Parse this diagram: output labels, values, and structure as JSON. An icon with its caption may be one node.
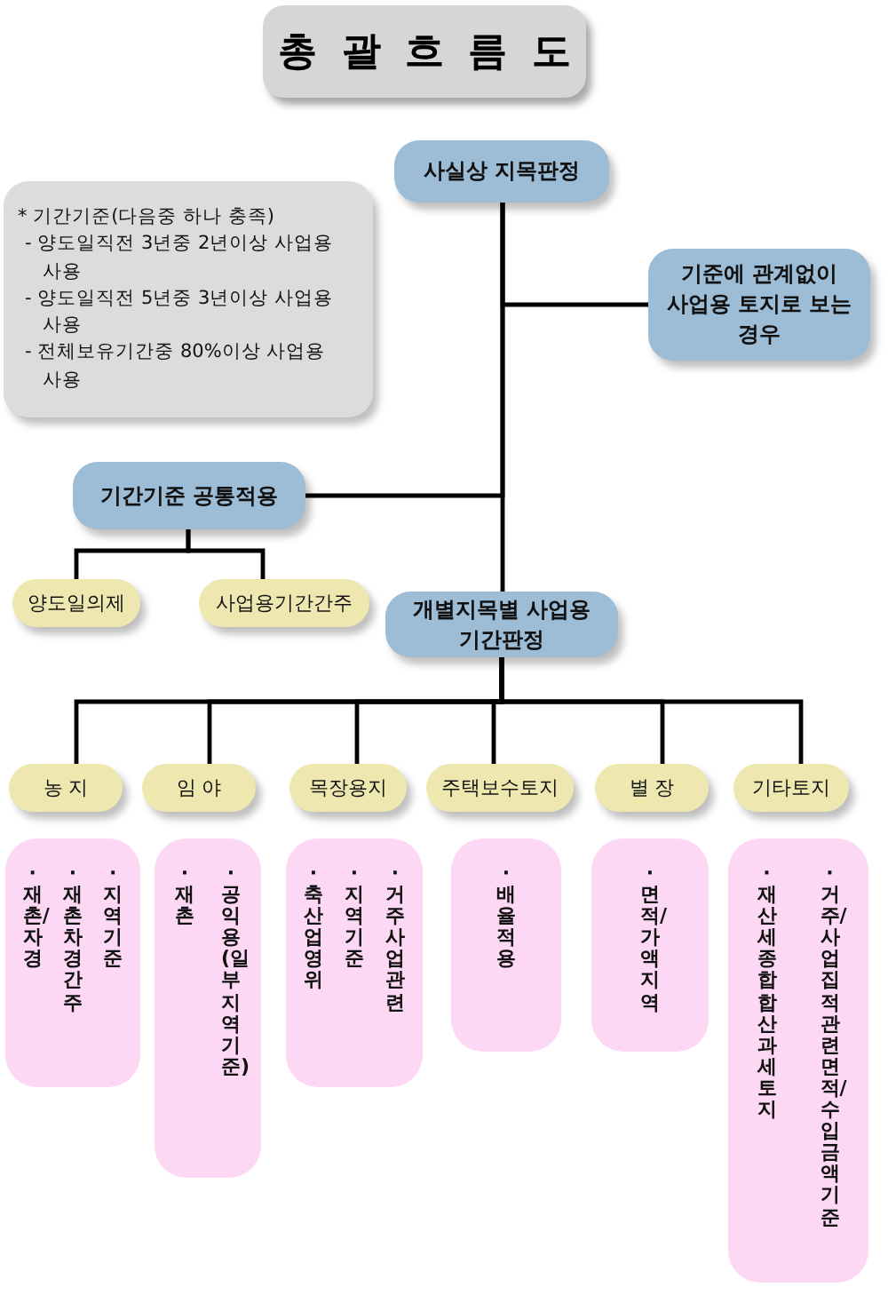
{
  "diagram": {
    "title": "총 괄 흐 름 도",
    "nodes": [
      {
        "text": [
          "사실상 지목판정"
        ]
      },
      {
        "text": [
          "* 기간기준(다음중 하나 충족)",
          "- 양도일직전 3년중 2년이상 사업용 사용",
          "- 양도일직전 5년중 3년이상 사업용 사용",
          "- 전체보유기간중 80%이상 사업용 사용"
        ]
      },
      {
        "text": [
          "기준에 관계없이 사업용 토지로 보는 경우"
        ]
      },
      {
        "text": [
          "기간기준 공통적용"
        ]
      },
      {
        "text": [
          "양도일의제"
        ]
      },
      {
        "text": [
          "사업용기간간주"
        ]
      },
      {
        "text": [
          "개별지목별 사업용 기간판정"
        ]
      },
      {
        "text": [
          "농 지"
        ]
      },
      {
        "text": [
          "임 야"
        ]
      },
      {
        "text": [
          "목장용지"
        ]
      },
      {
        "text": [
          "주택보수토지"
        ]
      },
      {
        "text": [
          "별 장"
        ]
      },
      {
        "text": [
          "기타토지"
        ]
      },
      {
        "text": [
          "·재촌/자경",
          "·재촌차경간주",
          "·지역기준"
        ]
      },
      {
        "text": [
          "·재촌",
          "·공익용(일부지역기준)"
        ]
      },
      {
        "text": [
          "·축산업영위",
          "·지역기준",
          "·거주사업관련"
        ]
      },
      {
        "text": [
          "·배율적용"
        ]
      },
      {
        "text": [
          "·면적/가액 지역"
        ]
      },
      {
        "text": [
          "·재산세 종합 합산 과세 토지",
          "·거주/사업집적관련면적/수입금액기준"
        ]
      }
    ],
    "edges": [
      {
        "from": 0,
        "to": 2,
        "arrow": "none"
      },
      {
        "from": 0,
        "to": 3,
        "arrow": "none"
      },
      {
        "from": 0,
        "to": 6,
        "arrow": "none"
      },
      {
        "from": 3,
        "to": 4,
        "arrow": "none"
      },
      {
        "from": 3,
        "to": 5,
        "arrow": "none"
      },
      {
        "from": 6,
        "to": 7,
        "arrow": "none"
      },
      {
        "from": 6,
        "to": 8,
        "arrow": "none"
      },
      {
        "from": 6,
        "to": 9,
        "arrow": "none"
      },
      {
        "from": 6,
        "to": 10,
        "arrow": "none"
      },
      {
        "from": 6,
        "to": 11,
        "arrow": "none"
      },
      {
        "from": 6,
        "to": 12,
        "arrow": "none"
      }
    ]
  }
}
